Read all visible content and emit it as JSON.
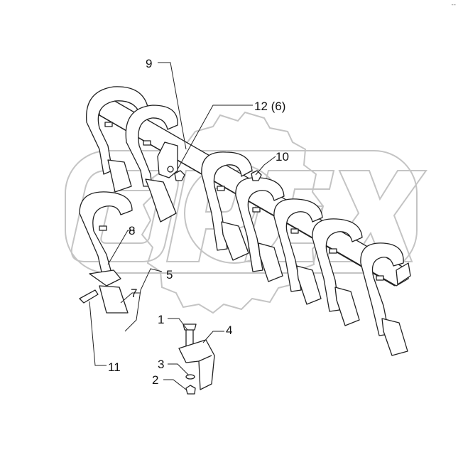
{
  "corner_mark": "--",
  "watermark": {
    "text": "OPEX",
    "color": "#bdbdbd"
  },
  "colors": {
    "line": "#222222",
    "part_fill": "#ffffff",
    "shade": "#9a9a9a"
  },
  "callouts": [
    {
      "id": "c1",
      "text": "1"
    },
    {
      "id": "c2",
      "text": "2"
    },
    {
      "id": "c3",
      "text": "3"
    },
    {
      "id": "c4",
      "text": "4"
    },
    {
      "id": "c5",
      "text": "5"
    },
    {
      "id": "c7",
      "text": "7"
    },
    {
      "id": "c8",
      "text": "8"
    },
    {
      "id": "c9",
      "text": "9"
    },
    {
      "id": "c10",
      "text": "10"
    },
    {
      "id": "c11",
      "text": "11"
    },
    {
      "id": "c12",
      "text": "12 (6)"
    }
  ]
}
